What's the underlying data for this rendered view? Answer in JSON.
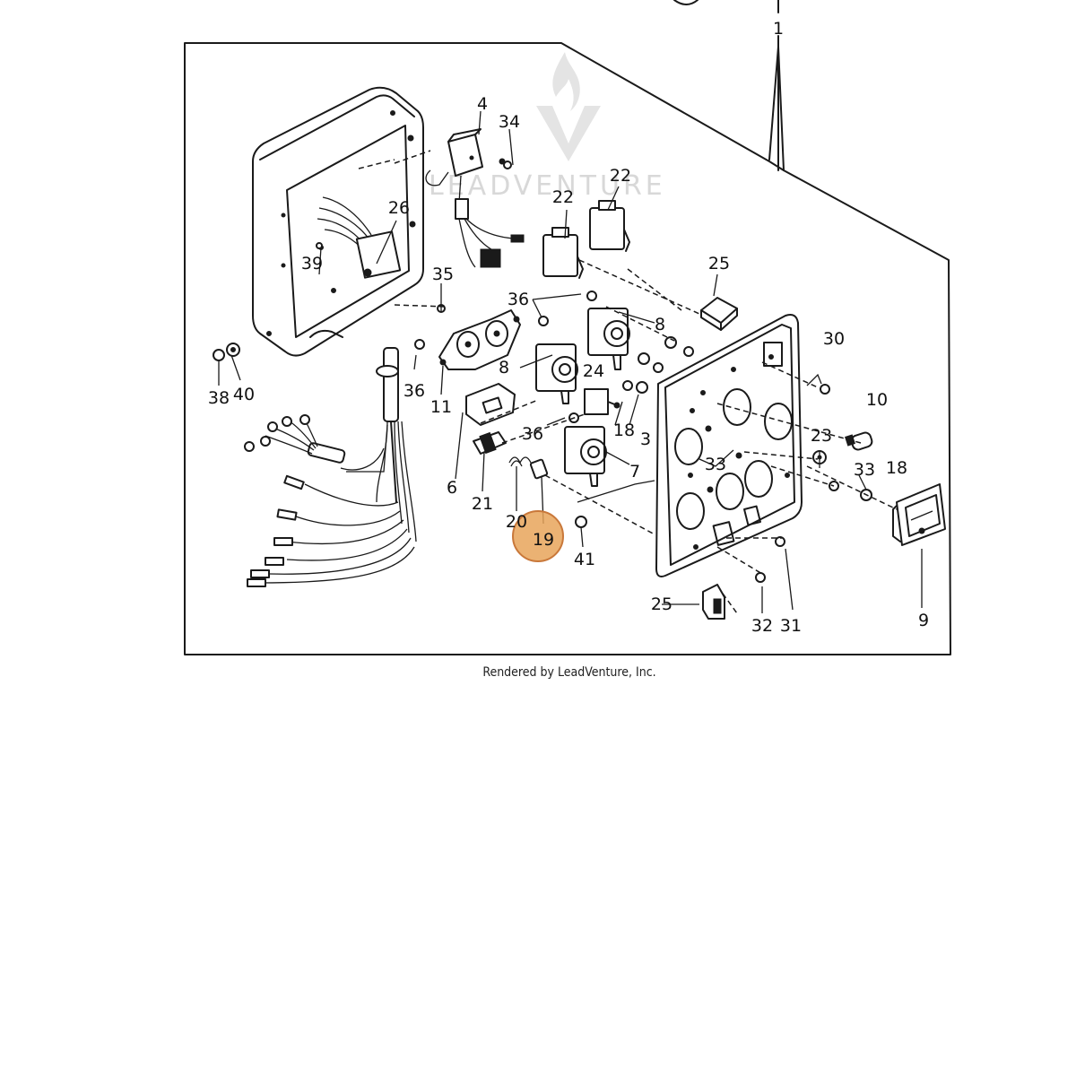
{
  "watermark": {
    "brand": "LEADVENTURE"
  },
  "caption": "Rendered by LeadVenture, Inc.",
  "highlight": {
    "color": "#e8a45a",
    "ring_color": "#c9783a"
  },
  "callouts": [
    "1",
    "4",
    "34",
    "22",
    "22",
    "26",
    "39",
    "35",
    "25",
    "36",
    "8",
    "30",
    "38",
    "40",
    "36",
    "11",
    "8",
    "24",
    "10",
    "18",
    "3",
    "6",
    "36",
    "23",
    "33",
    "33",
    "18",
    "7",
    "21",
    "20",
    "19",
    "41",
    "25",
    "32",
    "31",
    "9"
  ]
}
